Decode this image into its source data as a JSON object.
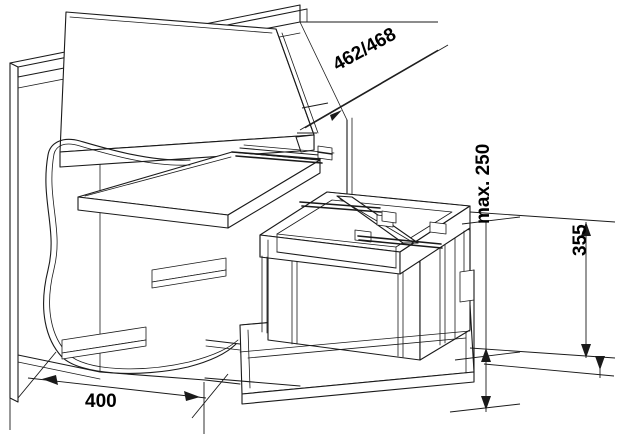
{
  "drawing": {
    "type": "technical-line-drawing",
    "subject": "kitchen-cabinet-pull-out-waste-bin-system",
    "projection": "isometric",
    "stroke_color": "#1a1a1a",
    "background_color": "#ffffff",
    "fill_color": "#ffffff"
  },
  "dimensions": {
    "depth": {
      "label": "462/468",
      "orientation": "diagonal",
      "rotation_deg": -29
    },
    "bin_height": {
      "label": "max. 250",
      "orientation": "vertical",
      "rotation_deg": -90
    },
    "cabinet_height": {
      "label": "355",
      "orientation": "vertical",
      "rotation_deg": -90
    },
    "width": {
      "label": "400",
      "orientation": "horizontal",
      "rotation_deg": 0
    }
  }
}
